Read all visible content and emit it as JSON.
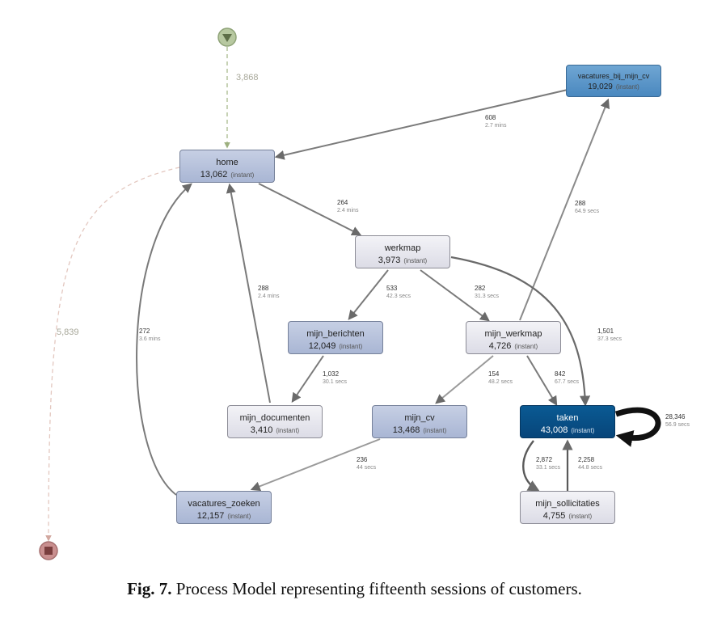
{
  "nodes": [
    {
      "id": "home",
      "name": "home",
      "count": "13,062",
      "sub": "(instant)",
      "style": "mid"
    },
    {
      "id": "vacatures_bij_mijn_cv",
      "name": "vacatures_bij_mijn_cv",
      "count": "19,029",
      "sub": "(instant)",
      "style": "blue"
    },
    {
      "id": "werkmap",
      "name": "werkmap",
      "count": "3,973",
      "sub": "(instant)",
      "style": "light"
    },
    {
      "id": "mijn_berichten",
      "name": "mijn_berichten",
      "count": "12,049",
      "sub": "(instant)",
      "style": "mid"
    },
    {
      "id": "mijn_werkmap",
      "name": "mijn_werkmap",
      "count": "4,726",
      "sub": "(instant)",
      "style": "light"
    },
    {
      "id": "mijn_documenten",
      "name": "mijn_documenten",
      "count": "3,410",
      "sub": "(instant)",
      "style": "light"
    },
    {
      "id": "mijn_cv",
      "name": "mijn_cv",
      "count": "13,468",
      "sub": "(instant)",
      "style": "mid"
    },
    {
      "id": "taken",
      "name": "taken",
      "count": "43,008",
      "sub": "(instant)",
      "style": "dark"
    },
    {
      "id": "vacatures_zoeken",
      "name": "vacatures_zoeken",
      "count": "12,157",
      "sub": "(instant)",
      "style": "mid"
    },
    {
      "id": "mijn_sollicitaties",
      "name": "mijn_sollicitaties",
      "count": "4,755",
      "sub": "(instant)",
      "style": "light"
    }
  ],
  "edges": [
    {
      "id": "start-home",
      "count": "3,868",
      "time": ""
    },
    {
      "id": "home-end",
      "count": "5,839",
      "time": ""
    },
    {
      "id": "vbmc-home",
      "count": "608",
      "time": "2.7 mins"
    },
    {
      "id": "home-werkmap",
      "count": "264",
      "time": "2.4 mins"
    },
    {
      "id": "mijndoc-home",
      "count": "288",
      "time": "2.4 mins"
    },
    {
      "id": "vz-home",
      "count": "272",
      "time": "3.6 mins"
    },
    {
      "id": "mw-vbmc",
      "count": "288",
      "time": "64.9 secs"
    },
    {
      "id": "werkmap-mb",
      "count": "533",
      "time": "42.3 secs"
    },
    {
      "id": "werkmap-mw",
      "count": "282",
      "time": "31.3 secs"
    },
    {
      "id": "werkmap-taken",
      "count": "1,501",
      "time": "37.3 secs"
    },
    {
      "id": "mb-mijndoc",
      "count": "1,032",
      "time": "30.1 secs"
    },
    {
      "id": "mw-mijncv",
      "count": "154",
      "time": "48.2 secs"
    },
    {
      "id": "mw-taken",
      "count": "842",
      "time": "67.7 secs"
    },
    {
      "id": "taken-self",
      "count": "28,346",
      "time": "56.9 secs"
    },
    {
      "id": "mijncv-vz",
      "count": "236",
      "time": "44 secs"
    },
    {
      "id": "taken-ms",
      "count": "2,872",
      "time": "33.1 secs"
    },
    {
      "id": "ms-taken",
      "count": "2,258",
      "time": "44.8 secs"
    }
  ],
  "caption": {
    "label": "Fig. 7.",
    "text": " Process Model representing fifteenth sessions of customers."
  },
  "colors": {
    "start": "#b7c8a0",
    "end": "#c98f8f",
    "edge": "#7a7a7a",
    "edge_light": "#b5b5b5",
    "dashed": "#e3c7bf"
  }
}
